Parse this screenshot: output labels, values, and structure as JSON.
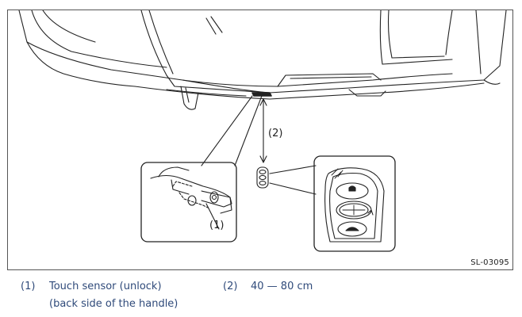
{
  "figure": {
    "code": "SL-03095",
    "callouts": {
      "sensor": "(1)",
      "distance": "(2)"
    }
  },
  "legend": {
    "items": [
      {
        "number": "(1)",
        "lines": [
          "Touch sensor (unlock)",
          "(back side of the handle)"
        ]
      },
      {
        "number": "(2)",
        "lines": [
          "40 — 80 cm"
        ]
      }
    ]
  },
  "colors": {
    "line": "#222222",
    "legend_text": "#2f4a7a",
    "frame": "#555555"
  }
}
